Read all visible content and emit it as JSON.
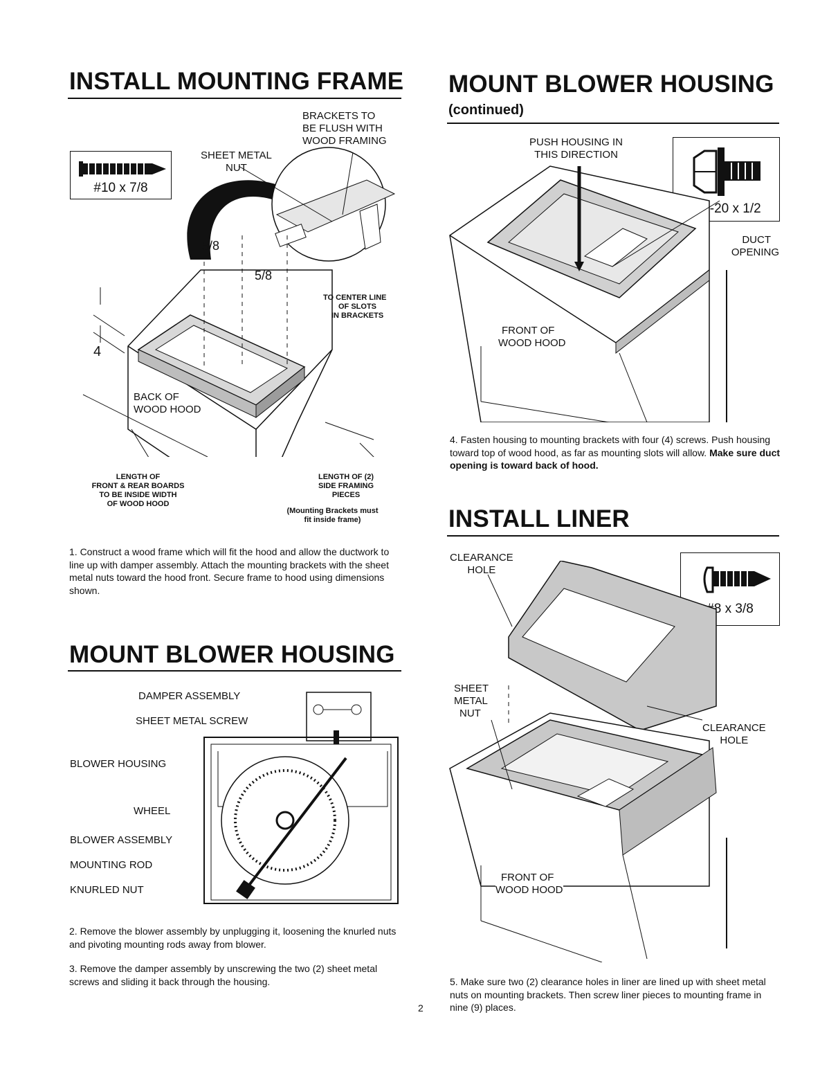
{
  "left": {
    "frame_heading": "INSTALL MOUNTING FRAME",
    "screw_label": "#10 x 7/8",
    "labels": {
      "brackets": [
        "BRACKETS TO",
        "BE FLUSH WITH",
        "WOOD FRAMING"
      ],
      "nut": [
        "SHEET METAL",
        "NUT"
      ],
      "center_line": [
        "TO CENTER LINE",
        "OF SLOTS",
        "IN BRACKETS"
      ],
      "back": [
        "BACK OF",
        "WOOD HOOD"
      ],
      "length_front": [
        "LENGTH OF",
        "FRONT & REAR BOARDS",
        "TO BE INSIDE WIDTH",
        "OF WOOD HOOD"
      ],
      "length_side": [
        "LENGTH OF (2)",
        "SIDE FRAMING",
        "PIECES"
      ],
      "length_side_note": [
        "(Mounting Brackets must",
        "fit inside frame)"
      ],
      "dim_five_eighths": "5/8",
      "dim_four": "4"
    },
    "step1": "1. Construct a wood frame which will fit the hood and allow the ductwork to line up with damper assembly. Attach the mounting brackets with the sheet metal nuts toward the hood front. Secure frame to hood using dimensions shown.",
    "blower_heading": "MOUNT BLOWER HOUSING",
    "blower_labels": {
      "damper": "DAMPER ASSEMBLY",
      "screw": "SHEET METAL SCREW",
      "housing": "BLOWER HOUSING",
      "wheel": "WHEEL",
      "assembly": "BLOWER ASSEMBLY",
      "rod": "MOUNTING ROD",
      "nut": "KNURLED NUT"
    },
    "step2": "2. Remove the blower assembly by unplugging it, loosening the knurled nuts and pivoting mounting rods away from blower.",
    "step3": "3. Remove the damper assembly by unscrewing the two (2) sheet metal screws and sliding it back through the housing."
  },
  "right": {
    "heading": "MOUNT BLOWER HOUSING",
    "continued": "(continued)",
    "screw_label": "1/4-20 x 1/2",
    "labels": {
      "push": [
        "PUSH HOUSING IN",
        "THIS DIRECTION"
      ],
      "duct": [
        "DUCT",
        "OPENING"
      ],
      "front": [
        "FRONT OF",
        "WOOD HOOD"
      ]
    },
    "step4_text": "4. Fasten housing to mounting brackets with four (4) screws. Push housing toward top of wood hood, as far as mounting slots will allow. ",
    "step4_bold": "Make sure duct opening is toward back of hood.",
    "liner_heading": "INSTALL LINER",
    "liner_screw_label": "#8 x 3/8",
    "liner_labels": {
      "clearance_top": [
        "CLEARANCE",
        "HOLE"
      ],
      "nut": [
        "SHEET",
        "METAL",
        "NUT"
      ],
      "clearance_right": [
        "CLEARANCE",
        "HOLE"
      ],
      "front": [
        "FRONT OF",
        "WOOD HOOD"
      ]
    },
    "step5": "5. Make sure two (2) clearance holes in liner are lined up with sheet metal nuts on mounting brackets. Then screw liner pieces to mounting frame in nine (9) places."
  },
  "page_number": "2"
}
